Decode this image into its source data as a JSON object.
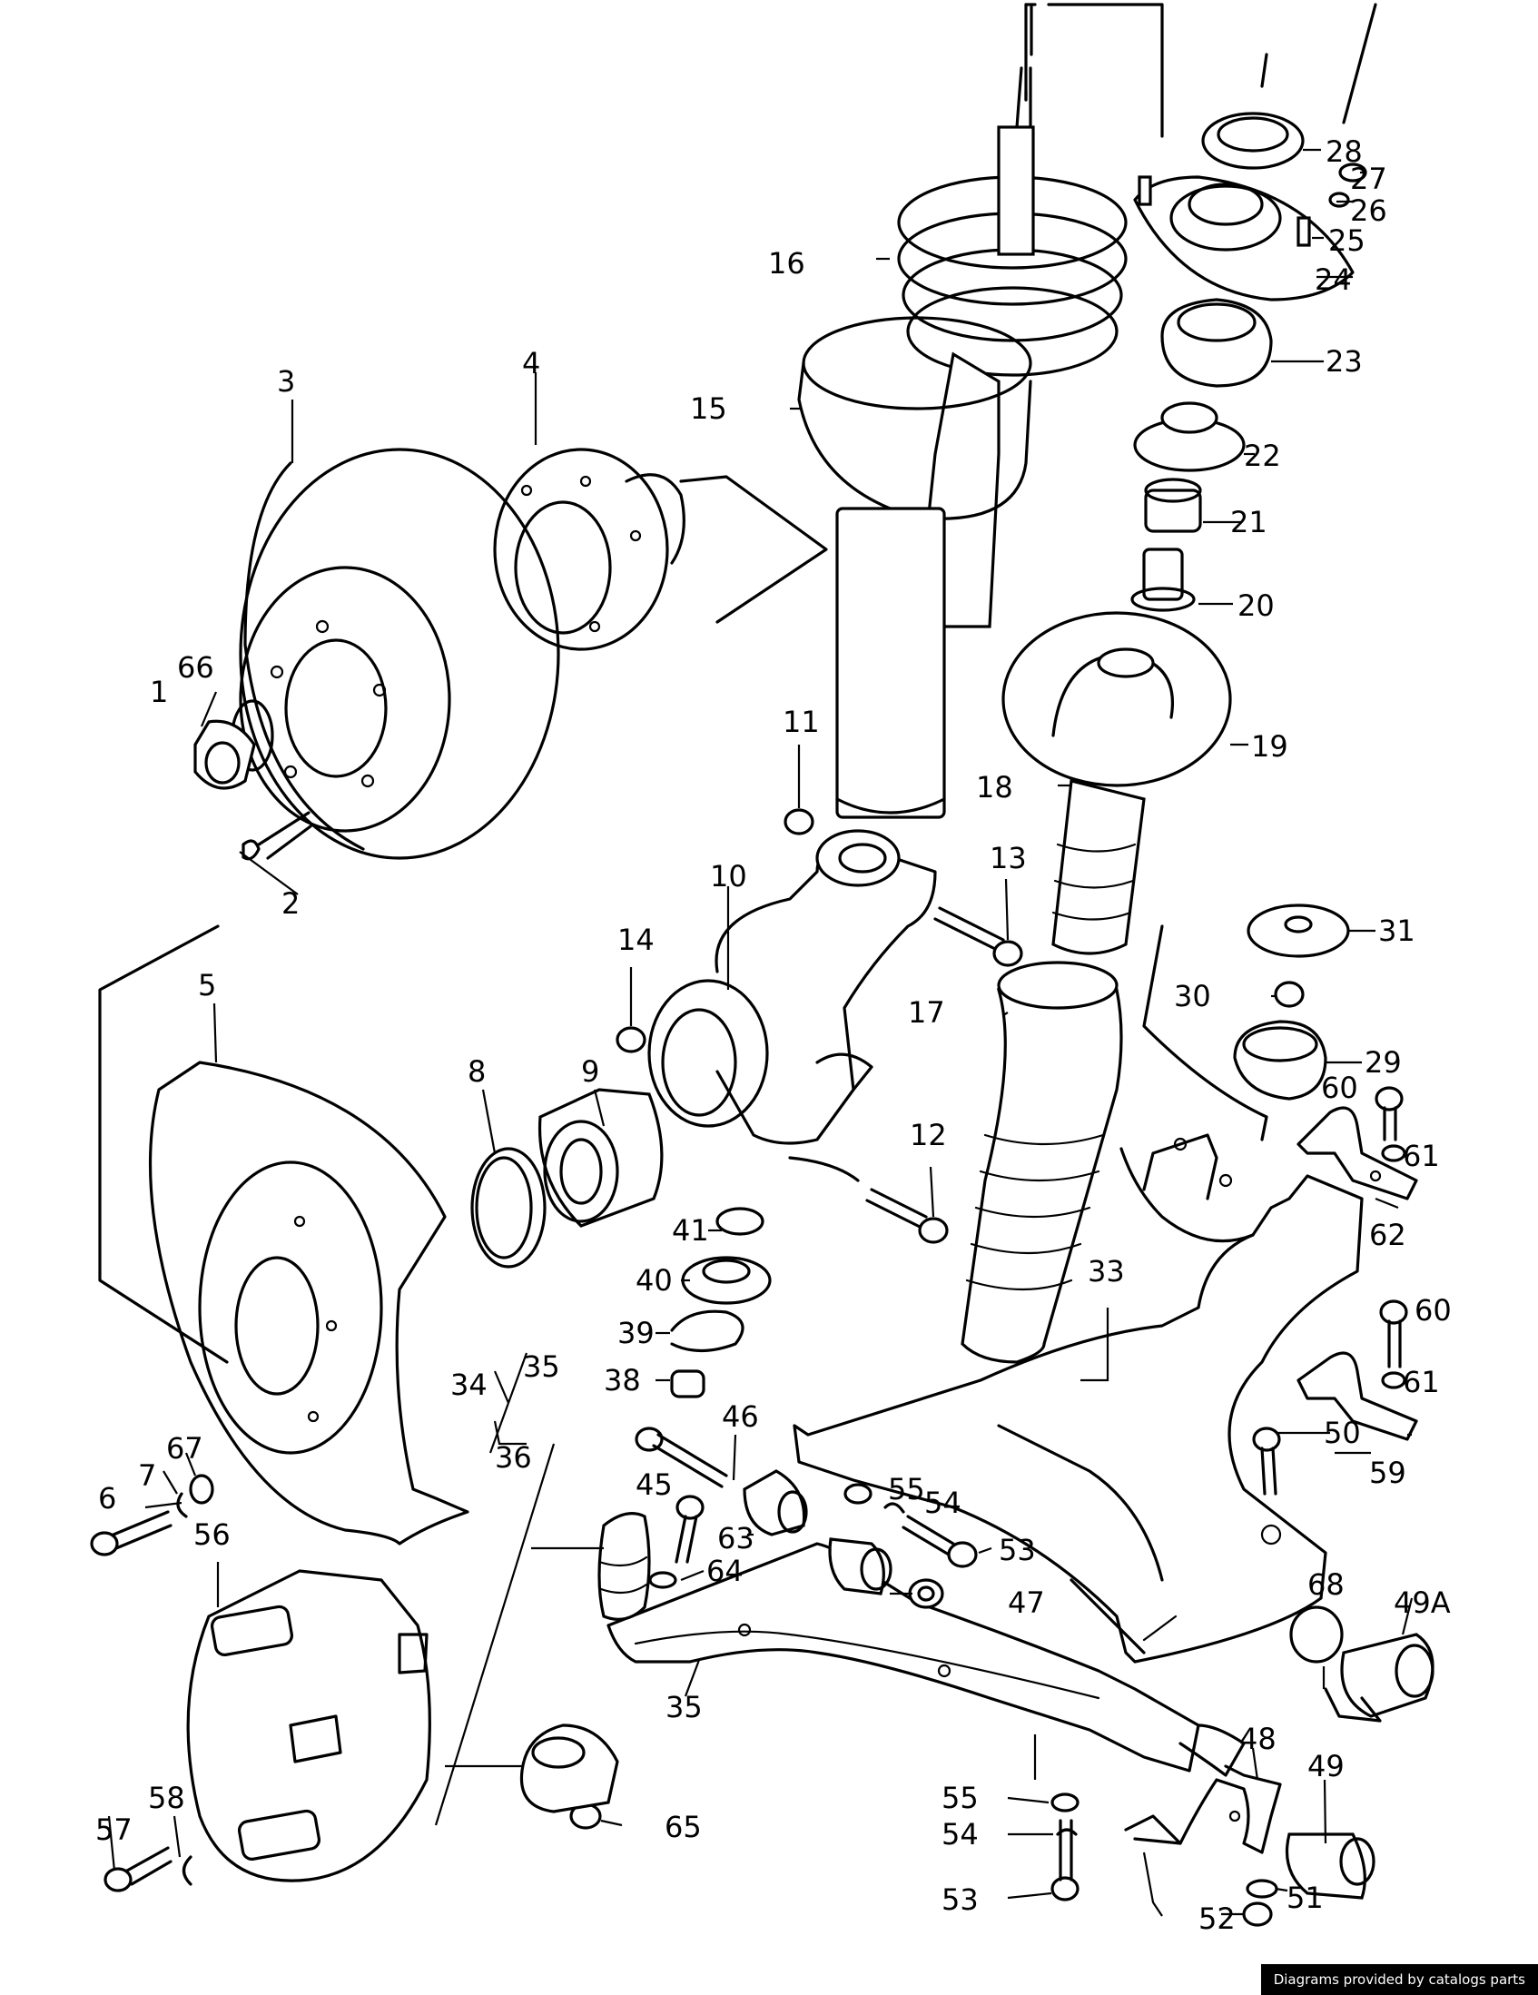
{
  "credit": "Diagrams provided by catalogs parts",
  "labels": {
    "1": "1",
    "2": "2",
    "3": "3",
    "4": "4",
    "5": "5",
    "6": "6",
    "7": "7",
    "8": "8",
    "9": "9",
    "10": "10",
    "11": "11",
    "12": "12",
    "13": "13",
    "14": "14",
    "15": "15",
    "16": "16",
    "17": "17",
    "18": "18",
    "19": "19",
    "20": "20",
    "21": "21",
    "22": "22",
    "23": "23",
    "24": "24",
    "25": "25",
    "26": "26",
    "27": "27",
    "28": "28",
    "29": "29",
    "30": "30",
    "31": "31",
    "33": "33",
    "34": "34",
    "35": "35",
    "35b": "35",
    "36": "36",
    "38": "38",
    "39": "39",
    "40": "40",
    "41": "41",
    "45": "45",
    "46": "46",
    "47": "47",
    "48": "48",
    "49": "49",
    "49A": "49A",
    "50": "50",
    "51": "51",
    "52": "52",
    "53": "53",
    "53b": "53",
    "54": "54",
    "54b": "54",
    "55": "55",
    "55b": "55",
    "56": "56",
    "57": "57",
    "58": "58",
    "59": "59",
    "60": "60",
    "60b": "60",
    "61": "61",
    "61b": "61",
    "62": "62",
    "63": "63",
    "64": "64",
    "65": "65",
    "66": "66",
    "67": "67",
    "68": "68"
  }
}
